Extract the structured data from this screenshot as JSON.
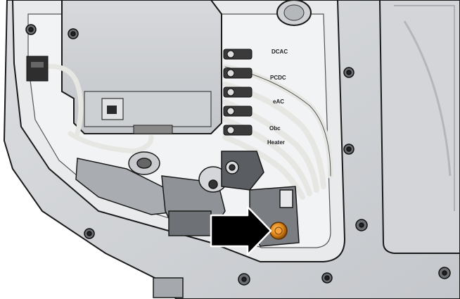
{
  "figure": {
    "background": "#ffffff",
    "housing_color": "#cfd1d4",
    "outline_color": "#1a1a1a",
    "highlight_color": "#e0871a"
  },
  "connector_labels": [
    {
      "text": "DCAC"
    },
    {
      "text": "PCDC"
    },
    {
      "text": "eAC"
    },
    {
      "text": "Obc"
    },
    {
      "text": "Heater"
    }
  ],
  "callout": {
    "arrow_color": "#000000",
    "target": "highlighted-bolt",
    "target_icon": "orange-bolt-icon"
  }
}
